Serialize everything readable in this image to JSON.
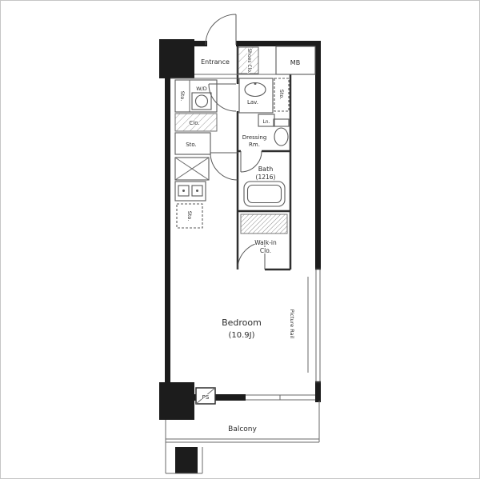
{
  "plan": {
    "labels": {
      "entrance": "Entrance",
      "shoes_closet": "Shoes Clo.",
      "meter_box": "MB",
      "storage_top": "Sto.",
      "washer_dryer": "W/D",
      "lavatory": "Lav.",
      "storage_right": "Sto.",
      "closet": "Clo.",
      "storage_mid": "Sto.",
      "linen": "Ln.",
      "dressing_line1": "Dressing",
      "dressing_line2": "Rm.",
      "bath_line1": "Bath",
      "bath_line2": "(1216)",
      "storage_kitchen": "Sto.",
      "walkin_line1": "Walk-in",
      "walkin_line2": "Clo.",
      "bedroom_line1": "Bedroom",
      "bedroom_line2": "(10.9J)",
      "picture_rail": "Picture Rail",
      "pipe_space": "PS",
      "balcony": "Balcony"
    },
    "colors": {
      "wall": "#1c1c1c",
      "partition": "#2e2e2e",
      "fixture_line": "#5a5a5a",
      "hatch": "#9a9a9a",
      "text": "#2b2b2b",
      "background": "#ffffff",
      "frame": "#c6c6c6"
    }
  }
}
